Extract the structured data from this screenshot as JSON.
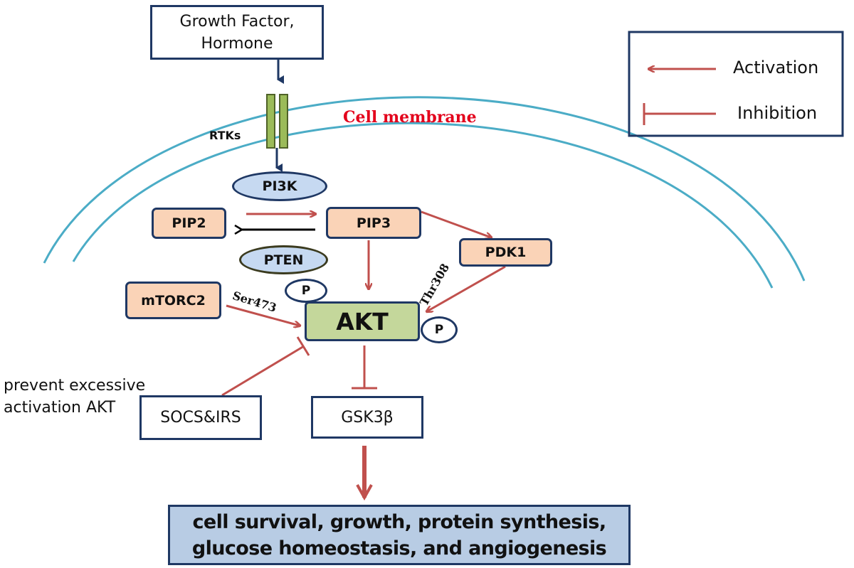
{
  "nodes": {
    "growth_factor": [
      "Growth Factor,",
      "Hormone"
    ],
    "rtks": "RTKs",
    "cell_membrane": "Cell membrane",
    "pi3k": "PI3K",
    "pip2": "PIP2",
    "pip3": "PIP3",
    "pten": "PTEN",
    "pdk1": "PDK1",
    "mtorc2": "mTORC2",
    "phospho_left": "P",
    "phospho_right": "P",
    "ser473": "Ser473",
    "thr308": "Thr308",
    "akt": "AKT",
    "prevent_note": [
      "prevent excessive",
      "activation AKT"
    ],
    "socs_irs": "SOCS&IRS",
    "gsk3b": "GSK3β",
    "outcome": [
      "cell survival, growth, protein synthesis,",
      "glucose homeostasis, and angiogenesis"
    ]
  },
  "legend": {
    "activation": "Activation",
    "inhibition": "Inhibition"
  },
  "colors": {
    "activation_arrow": "#c0504d",
    "membrane": "#4bacc6",
    "receptor": "#9bbb59",
    "akt_fill": "#c4d79b",
    "node_fill": "#fad3b7",
    "oval_fill": "#c6d9f1",
    "outcome_fill": "#b8cce4",
    "border": "#1f3864",
    "membrane_label": "#e3001b"
  }
}
